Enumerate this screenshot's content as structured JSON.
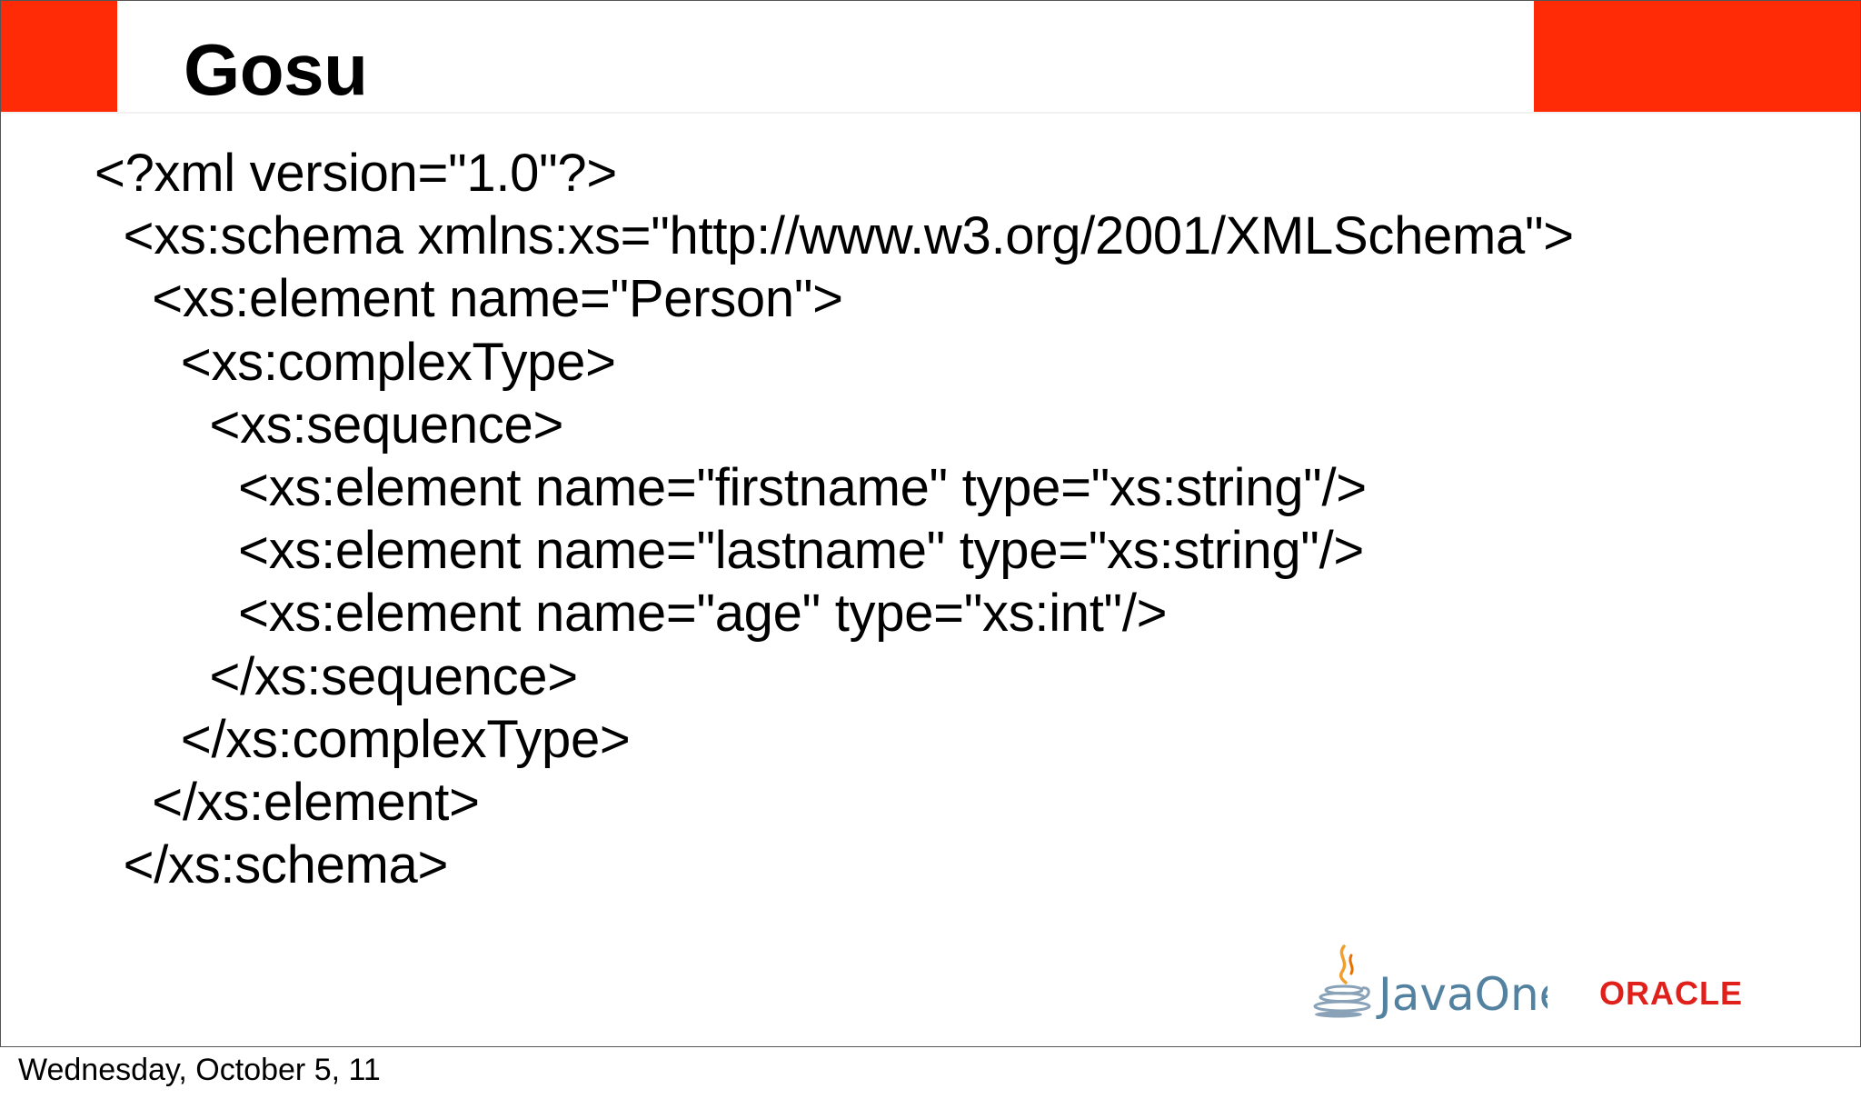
{
  "slide": {
    "title": "Gosu",
    "accent_color": "#ff2a06",
    "code_lines": [
      "<?xml version=\"1.0\"?>",
      "  <xs:schema xmlns:xs=\"http://www.w3.org/2001/XMLSchema\">",
      "    <xs:element name=\"Person\">",
      "      <xs:complexType>",
      "        <xs:sequence>",
      "          <xs:element name=\"firstname\" type=\"xs:string\"/>",
      "          <xs:element name=\"lastname\" type=\"xs:string\"/>",
      "          <xs:element name=\"age\" type=\"xs:int\"/>",
      "        </xs:sequence>",
      "      </xs:complexType>",
      "    </xs:element>",
      "  </xs:schema>"
    ]
  },
  "logos": {
    "javaone_text": "JavaOne",
    "javaone_color": "#5382a1",
    "oracle_text": "ORACLE",
    "oracle_color": "#e0201b"
  },
  "footer": {
    "date": "Wednesday, October 5, 11"
  }
}
